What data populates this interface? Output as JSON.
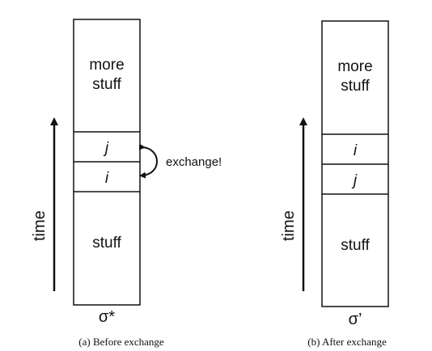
{
  "panels": {
    "left": {
      "top_block": [
        "more",
        "stuff"
      ],
      "upper_slot": "j",
      "lower_slot": "i",
      "bottom_block": "stuff",
      "axis_label": "time",
      "schedule_symbol": "σ*",
      "annotation": "exchange!",
      "caption": "(a) Before exchange"
    },
    "right": {
      "top_block": [
        "more",
        "stuff"
      ],
      "upper_slot": "i",
      "lower_slot": "j",
      "bottom_block": "stuff",
      "axis_label": "time",
      "schedule_symbol": "σ’",
      "caption": "(b) After exchange"
    }
  }
}
